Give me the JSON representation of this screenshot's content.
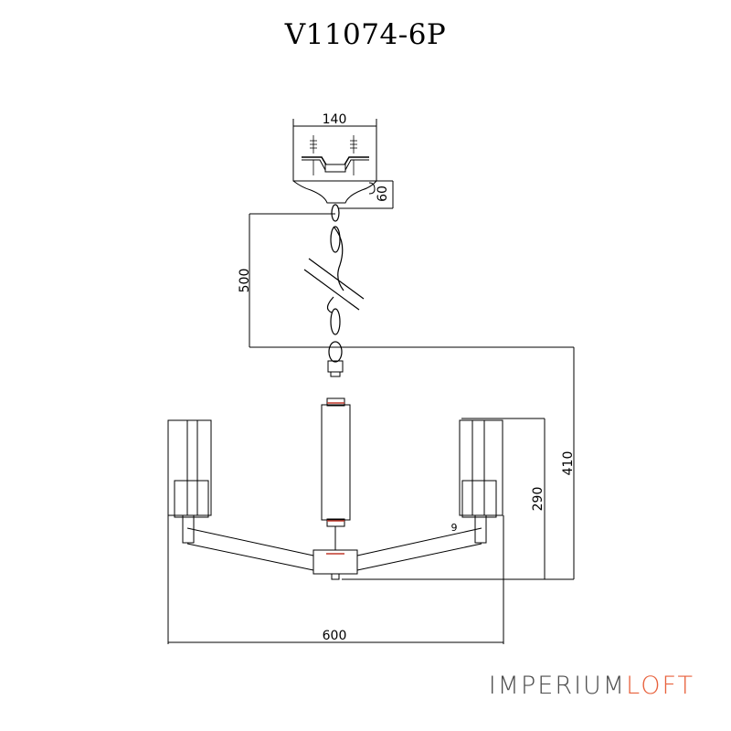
{
  "title": "V11074-6P",
  "dimensions": {
    "canopy_width": "140",
    "canopy_height": "60",
    "chain_length": "500",
    "total_height": "410",
    "shade_height": "290",
    "span_width": "600",
    "arm_label": "9"
  },
  "brand": {
    "part1": "IMPERIUM",
    "part2": "LOFT",
    "color_primary": "#4d4d4d",
    "color_accent": "#e8613c"
  }
}
